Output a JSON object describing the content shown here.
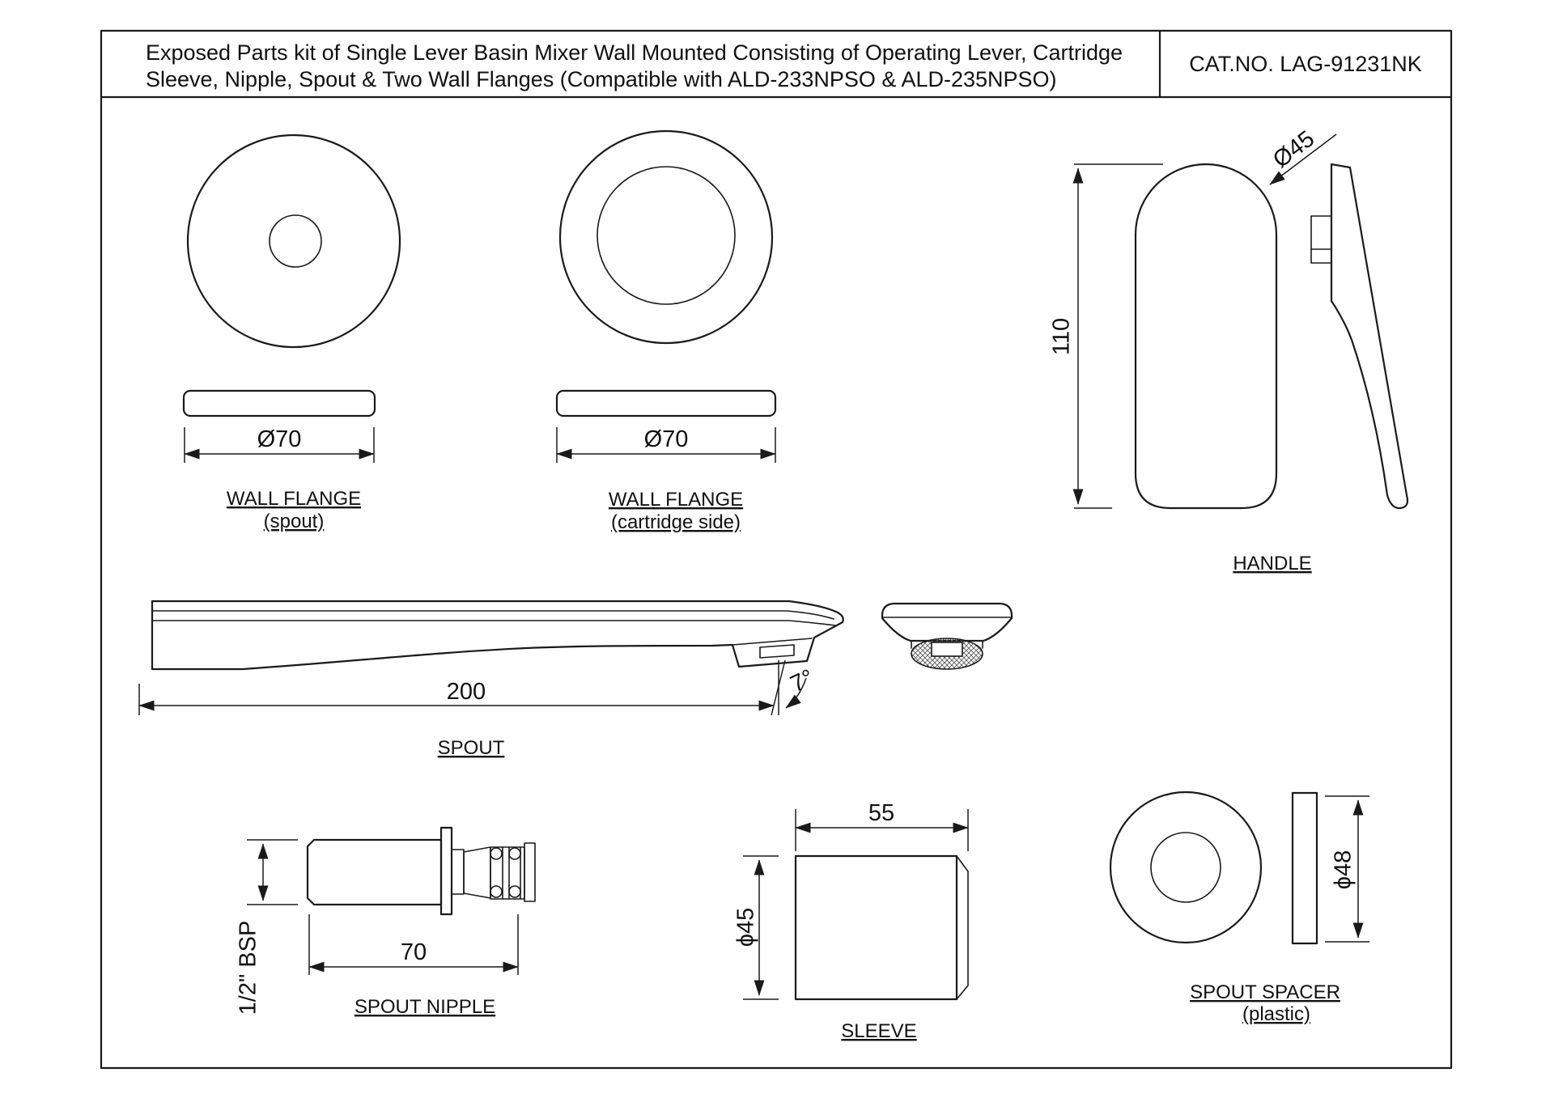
{
  "title_block": {
    "line1": "Exposed Parts kit of Single Lever Basin Mixer Wall Mounted Consisting of Operating Lever, Cartridge",
    "line2": "Sleeve, Nipple, Spout & Two Wall Flanges (Compatible with ALD-233NPSO & ALD-235NPSO)",
    "cat_no": "CAT.NO. LAG-91231NK"
  },
  "parts": {
    "wall_flange_spout": {
      "name": "WALL FLANGE",
      "variant": "(spout)",
      "diameter": "Ø70"
    },
    "wall_flange_cartridge": {
      "name": "WALL FLANGE",
      "variant": "(cartridge side)",
      "diameter": "Ø70"
    },
    "handle": {
      "name": "HANDLE",
      "height": "110",
      "diameter": "Ø45"
    },
    "spout": {
      "name": "SPOUT",
      "length": "200",
      "angle": "7°"
    },
    "spout_nipple": {
      "name": "SPOUT NIPPLE",
      "length": "70",
      "thread": "1/2\" BSP"
    },
    "sleeve": {
      "name": "SLEEVE",
      "length": "55",
      "diameter": "ϕ45"
    },
    "spout_spacer": {
      "name": "SPOUT SPACER",
      "variant": "(plastic)",
      "diameter": "ϕ48"
    }
  },
  "colors": {
    "line": "#1a1a1a",
    "background": "#ffffff"
  }
}
